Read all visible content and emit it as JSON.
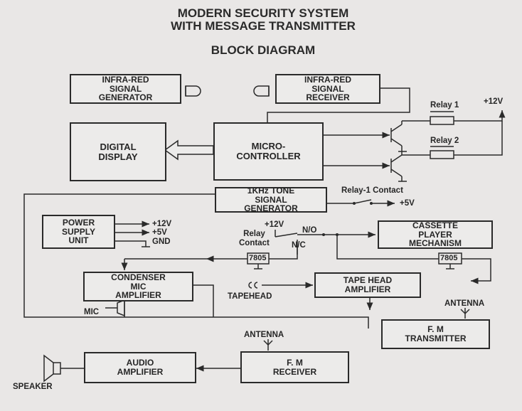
{
  "title": {
    "line1": "MODERN SECURITY SYSTEM",
    "line2": "WITH MESSAGE TRANSMITTER",
    "subtitle": "BLOCK DIAGRAM"
  },
  "blocks": {
    "ir_generator": "INFRA-RED\nSIGNAL\nGENERATOR",
    "ir_receiver": "INFRA-RED\nSIGNAL\nRECEIVER",
    "digital_display": "DIGITAL\nDISPLAY",
    "microcontroller": "MICRO-\nCONTROLLER",
    "tone_generator": "1KHz TONE\nSIGNAL\nGENERATOR",
    "power_supply": "POWER\nSUPPLY\nUNIT",
    "cassette": "CASSETTE\nPLAYER\nMECHANISM",
    "condenser_mic": "CONDENSER\nMIC\nAMPLIFIER",
    "tape_head_amp": "TAPE HEAD\nAMPLIFIER",
    "fm_transmitter": "F. M\nTRANSMITTER",
    "audio_amp": "AUDIO\nAMPLIFIER",
    "fm_receiver": "F. M\nRECEIVER"
  },
  "labels": {
    "relay1": "Relay 1",
    "relay2": "Relay 2",
    "plus12v_top": "+12V",
    "relay1_contact": "Relay-1 Contact",
    "plus5v_contact": "+5V",
    "ps_12v": "+12V",
    "ps_5v": "+5V",
    "ps_gnd": "GND",
    "relay_contact": "Relay\nContact",
    "rc_12v": "+12V",
    "no": "N/O",
    "nc": "N/C",
    "reg_left": "7805",
    "reg_right": "7805",
    "tapehead": "TAPEHEAD",
    "mic": "MIC",
    "antenna_tx": "ANTENNA",
    "antenna_rx": "ANTENNA",
    "speaker": "SPEAKER"
  }
}
